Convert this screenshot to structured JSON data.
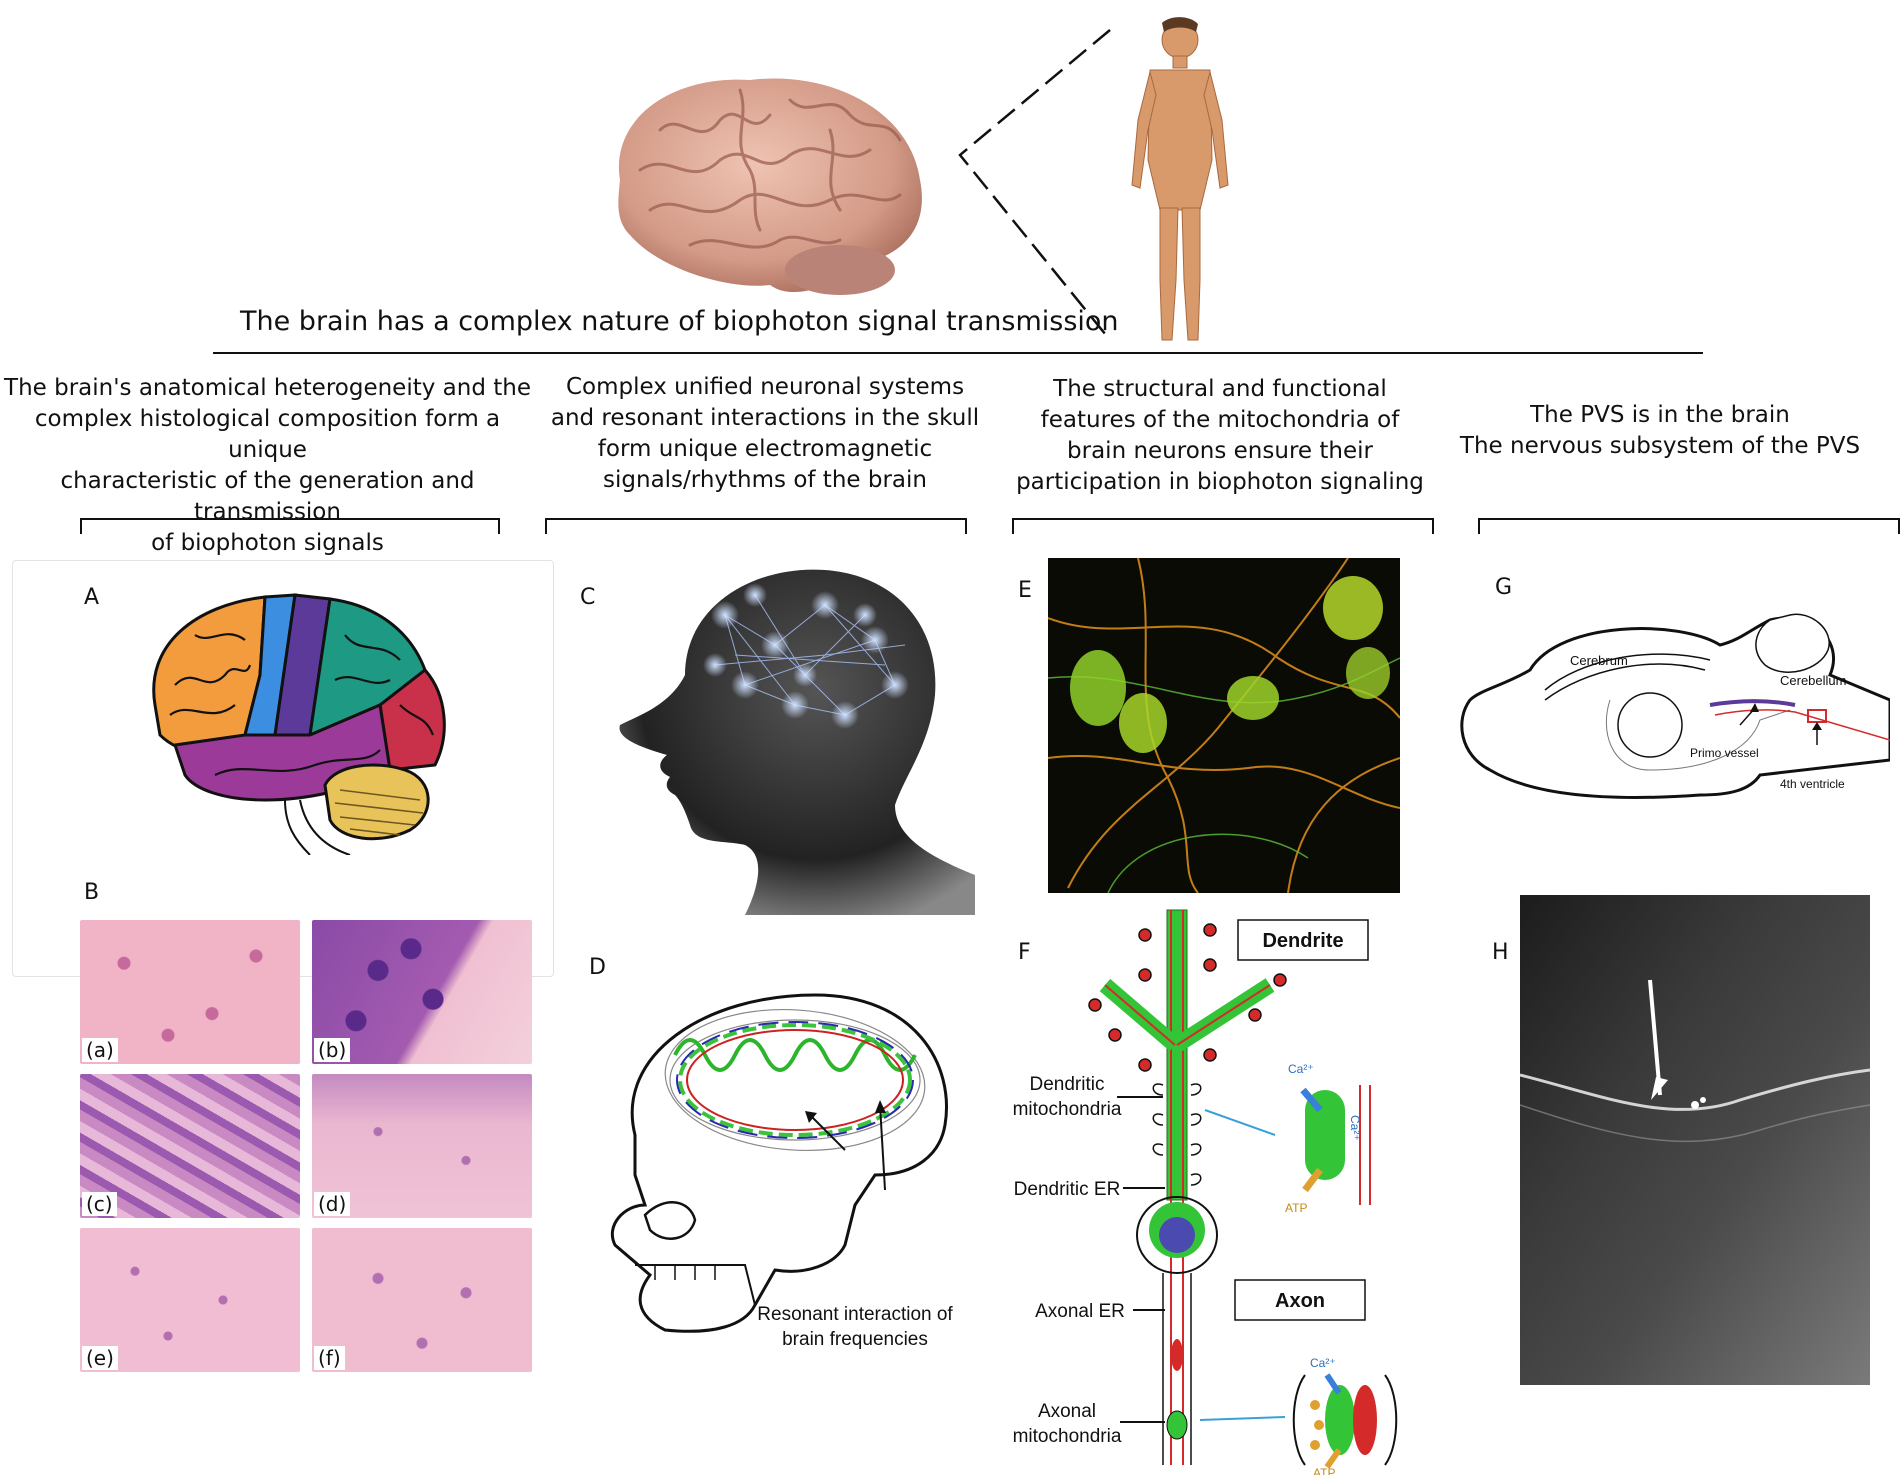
{
  "main_title": "The brain has a complex nature of biophoton signal transmission",
  "columns": [
    {
      "heading_lines": [
        "The brain's anatomical heterogeneity and the",
        "complex histological composition form a unique",
        "characteristic of the generation and transmission",
        "of biophoton signals"
      ]
    },
    {
      "heading_lines": [
        "Complex unified neuronal systems",
        "and resonant interactions in the skull",
        "form unique electromagnetic",
        "signals/rhythms of the brain"
      ]
    },
    {
      "heading_lines": [
        "The structural and functional",
        "features of the mitochondria of",
        "brain neurons ensure their",
        "participation in biophoton signaling"
      ]
    },
    {
      "heading_lines": [
        "The PVS is in the brain",
        "The nervous subsystem of the PVS"
      ]
    }
  ],
  "panels": {
    "A": "A",
    "B": "B",
    "C": "C",
    "D": "D",
    "E": "E",
    "F": "F",
    "G": "G",
    "H": "H"
  },
  "histology_tags": [
    "(a)",
    "(b)",
    "(c)",
    "(d)",
    "(e)",
    "(f)"
  ],
  "panel_d": {
    "label_lines": [
      "Resonant interaction of",
      "brain frequencies"
    ]
  },
  "panel_f": {
    "dendrite": "Dendrite",
    "axon": "Axon",
    "dendritic_mito_lines": [
      "Dendritic",
      "mitochondria"
    ],
    "dendritic_er": "Dendritic ER",
    "axonal_er": "Axonal ER",
    "axonal_mito_lines": [
      "Axonal",
      "mitochondria"
    ],
    "ca_top": "Ca²⁺",
    "ca_side": "Ca²⁺",
    "atp_top": "ATP",
    "ca_bottom": "Ca²⁺",
    "atp_bottom": "ATP"
  },
  "panel_g": {
    "cerebrum": "Cerebrum",
    "cerebellum": "Cerebellum",
    "primo_vessel": "Primo vessel",
    "fourth_ventricle": "4th ventricle"
  },
  "colors": {
    "brain_pink": "#d9a08f",
    "skin": "#d89a6a",
    "frontal": "#f39c3d",
    "motor": "#3b8ee0",
    "parietal_purple": "#5b3a99",
    "occipital": "#c9304a",
    "temporal": "#9c3a9a",
    "teal": "#1e9a84",
    "cerebellum_yellow": "#e7c35a",
    "mito_green": "#34c437",
    "mito_red": "#d42a2a"
  }
}
